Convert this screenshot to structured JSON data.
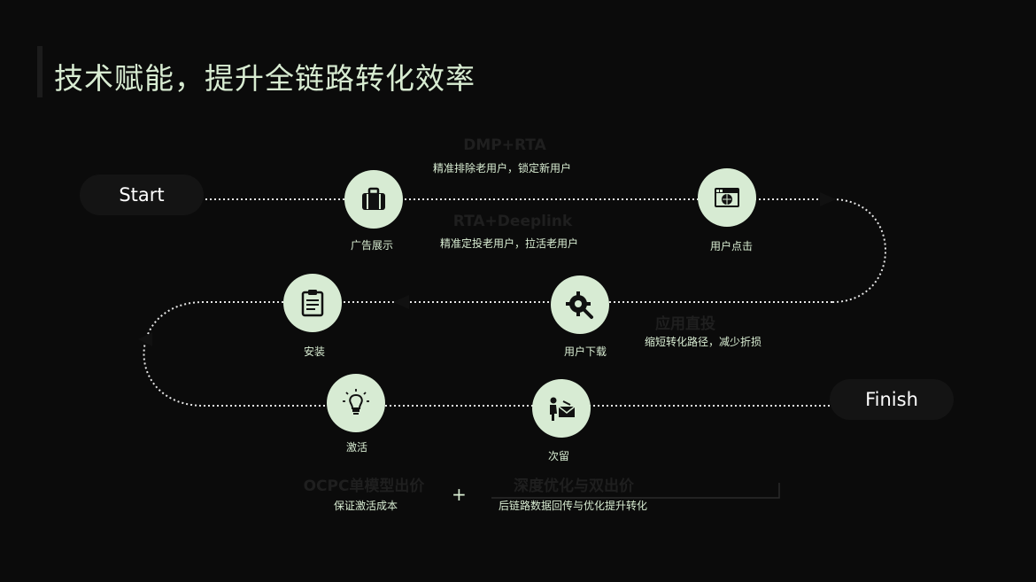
{
  "title": "技术赋能，提升全链路转化效率",
  "start_label": "Start",
  "finish_label": "Finish",
  "nodes": [
    {
      "label": "广告展示",
      "icon": "briefcase-icon"
    },
    {
      "label": "用户点击",
      "icon": "browser-window-icon"
    },
    {
      "label": "用户下载",
      "icon": "gear-wrench-icon"
    },
    {
      "label": "安装",
      "icon": "clipboard-icon"
    },
    {
      "label": "激活",
      "icon": "lightbulb-icon"
    },
    {
      "label": "次留",
      "icon": "worker-mail-icon"
    }
  ],
  "annotations": [
    {
      "title": "DMP+RTA",
      "desc": "精准排除老用户，锁定新用户"
    },
    {
      "title": "RTA+Deeplink",
      "desc": "精准定投老用户，拉活老用户"
    },
    {
      "title": "应用直投",
      "desc": "缩短转化路径，减少折损"
    },
    {
      "title": "OCPC单模型出价",
      "desc": "保证激活成本"
    },
    {
      "title": "深度优化与双出价",
      "desc": "后链路数据回传与优化提升转化"
    }
  ],
  "plus_sign": "+",
  "colors": {
    "background": "#0b0b0b",
    "node_fill": "#d7ebd3",
    "text_light": "#d8ecd2",
    "path": "#e6e6e6"
  }
}
